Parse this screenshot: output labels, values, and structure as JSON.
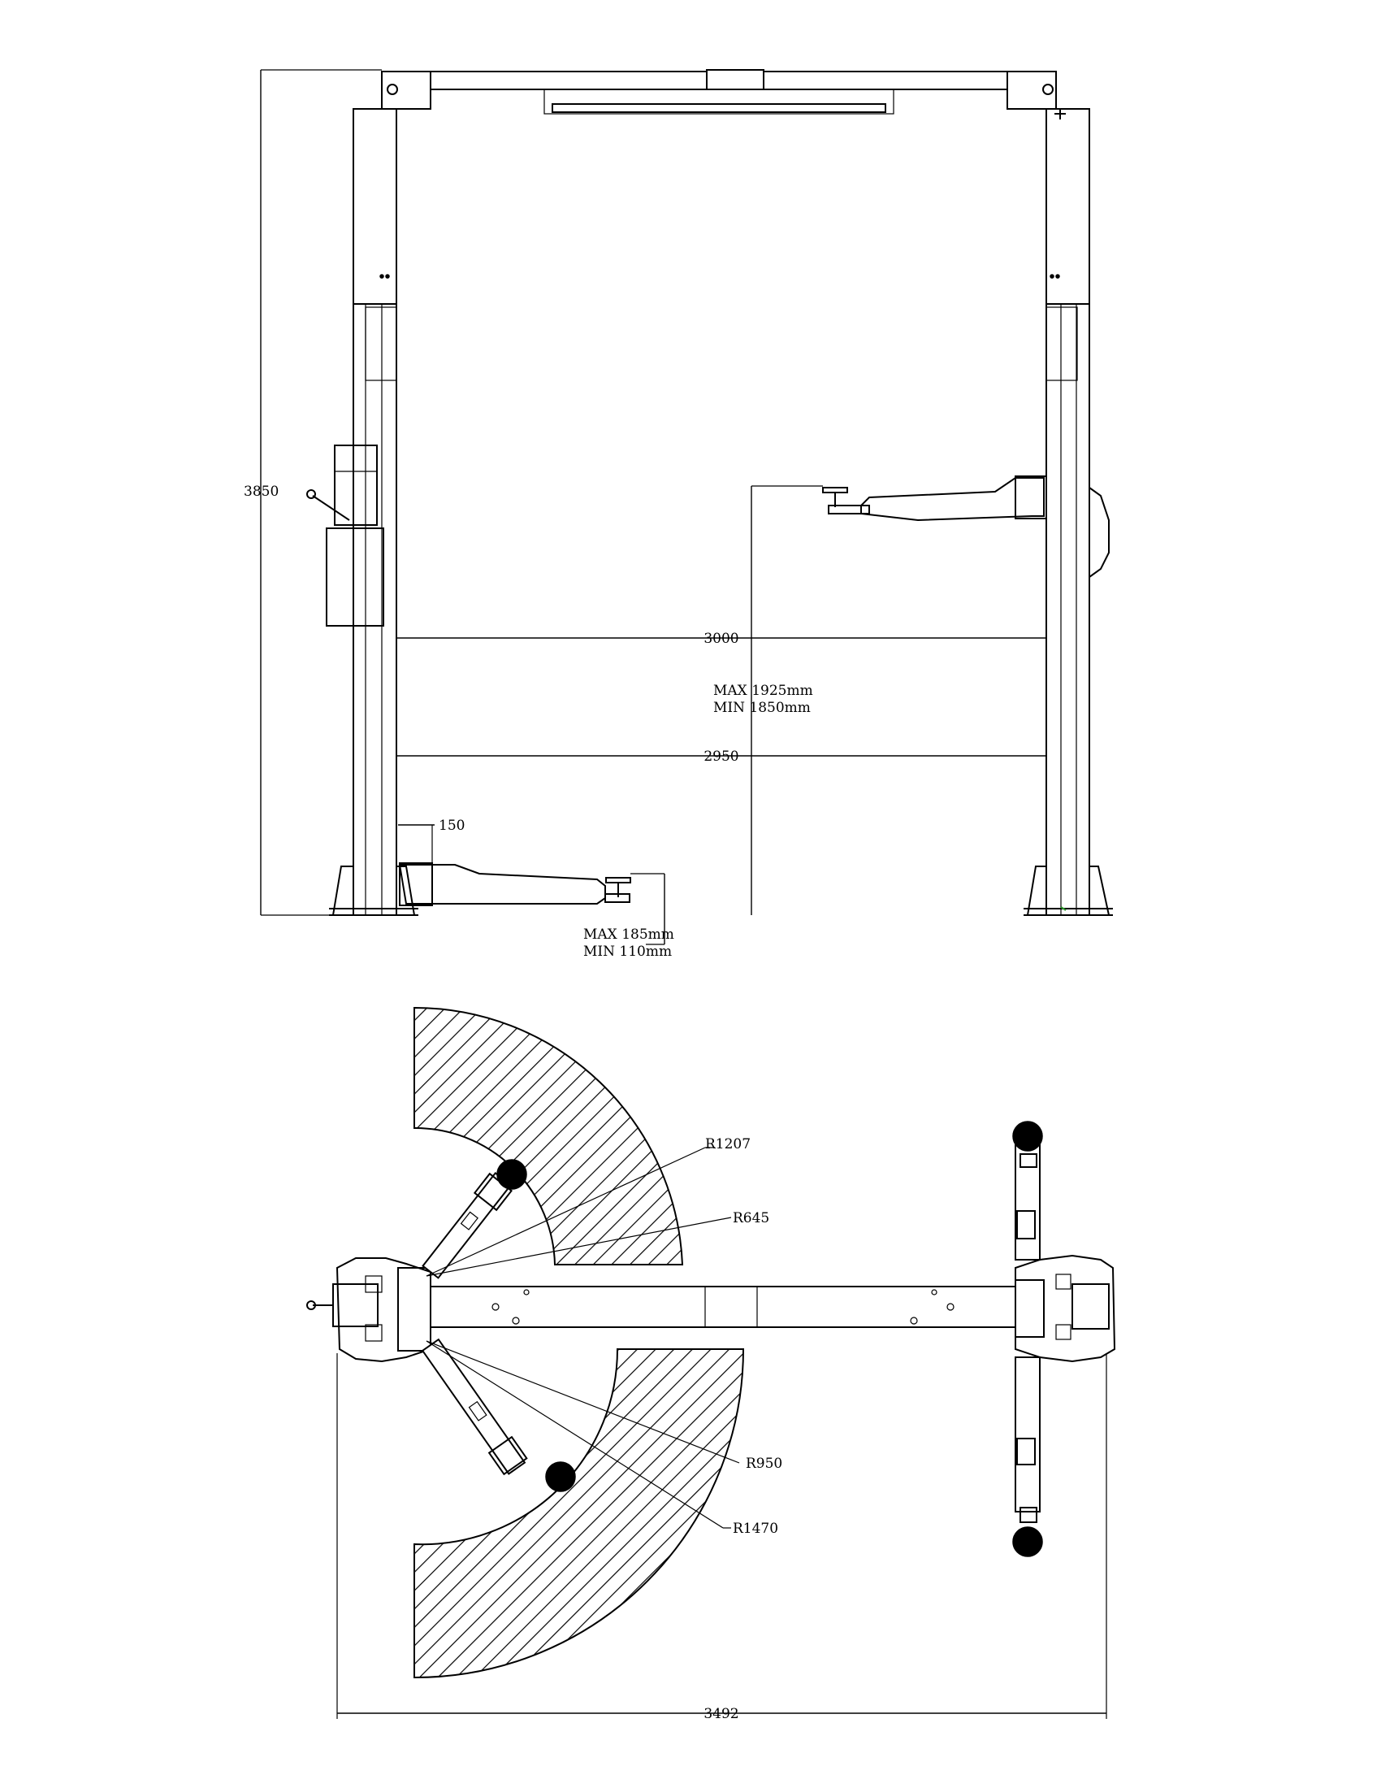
{
  "front_view": {
    "overall_height": "3850",
    "inner_width_top": "3000",
    "inner_width_bottom": "2950",
    "arm_offset": "150",
    "max_height_label": "MAX  1925mm",
    "min_height_label": "MIN  1850mm",
    "pad_max_label": "MAX  185mm",
    "pad_min_label": "MIN  110mm"
  },
  "plan_view": {
    "radius_r1207": "R1207",
    "radius_r645": "R645",
    "radius_r950": "R950",
    "radius_r1470": "R1470",
    "overall_width": "3492"
  },
  "colors": {
    "line": "#000000",
    "background": "#ffffff",
    "marker": "#2e9b2e"
  }
}
